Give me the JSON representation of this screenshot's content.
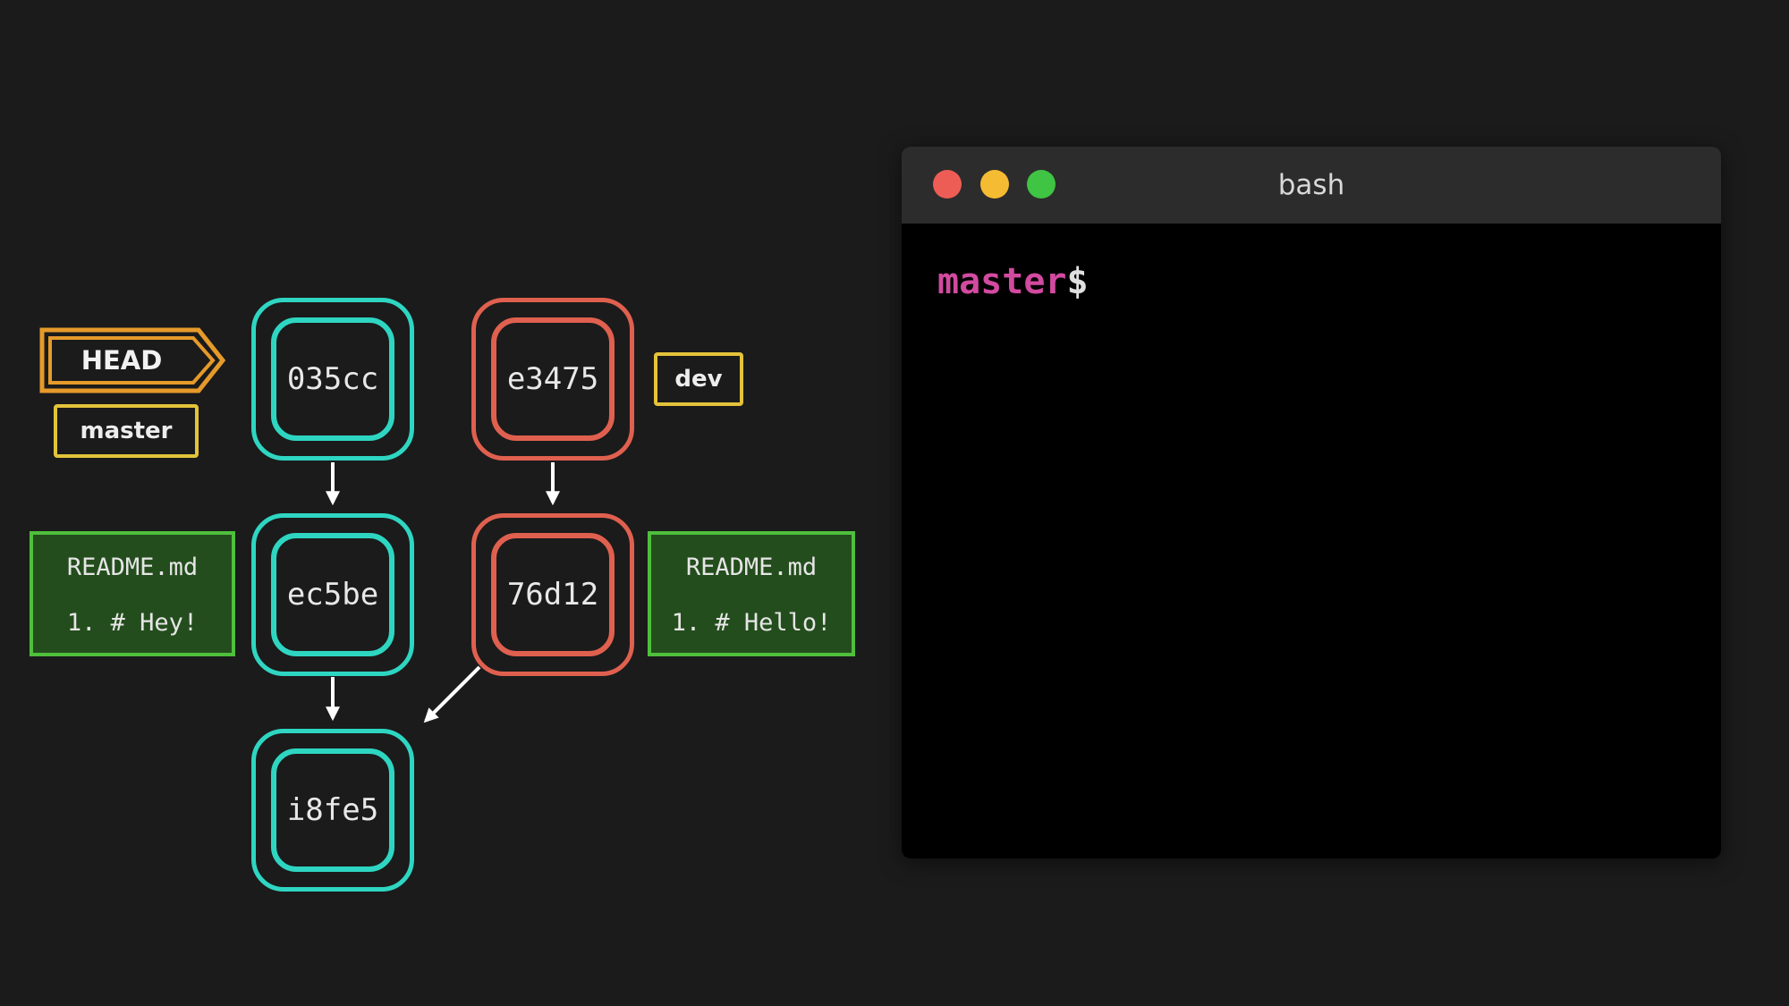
{
  "graph": {
    "head_label": "HEAD",
    "branches": {
      "master": "master",
      "dev": "dev"
    },
    "commits": [
      {
        "id": "035cc",
        "branch": "master"
      },
      {
        "id": "ec5be",
        "branch": "master"
      },
      {
        "id": "i8fe5",
        "branch": "master"
      },
      {
        "id": "e3475",
        "branch": "dev"
      },
      {
        "id": "76d12",
        "branch": "dev"
      }
    ],
    "files": [
      {
        "name": "README.md",
        "line": "1. # Hey!"
      },
      {
        "name": "README.md",
        "line": "1. # Hello!"
      }
    ],
    "colors": {
      "master_commit": "#2ed6c2",
      "dev_commit": "#e0604f",
      "head": "#e59a2a",
      "branch_label": "#e3c33a",
      "file_border": "#4fbf3c",
      "file_fill": "#244d1d",
      "arrow": "#ffffff"
    }
  },
  "terminal": {
    "title": "bash",
    "prompt_branch": "master",
    "prompt_symbol": "$",
    "colors": {
      "titlebar": "#2c2c2c",
      "background": "#000000",
      "prompt_branch": "#d24aa0",
      "close": "#ee5d55",
      "minimize": "#f5bc33",
      "maximize": "#3fc443"
    }
  }
}
